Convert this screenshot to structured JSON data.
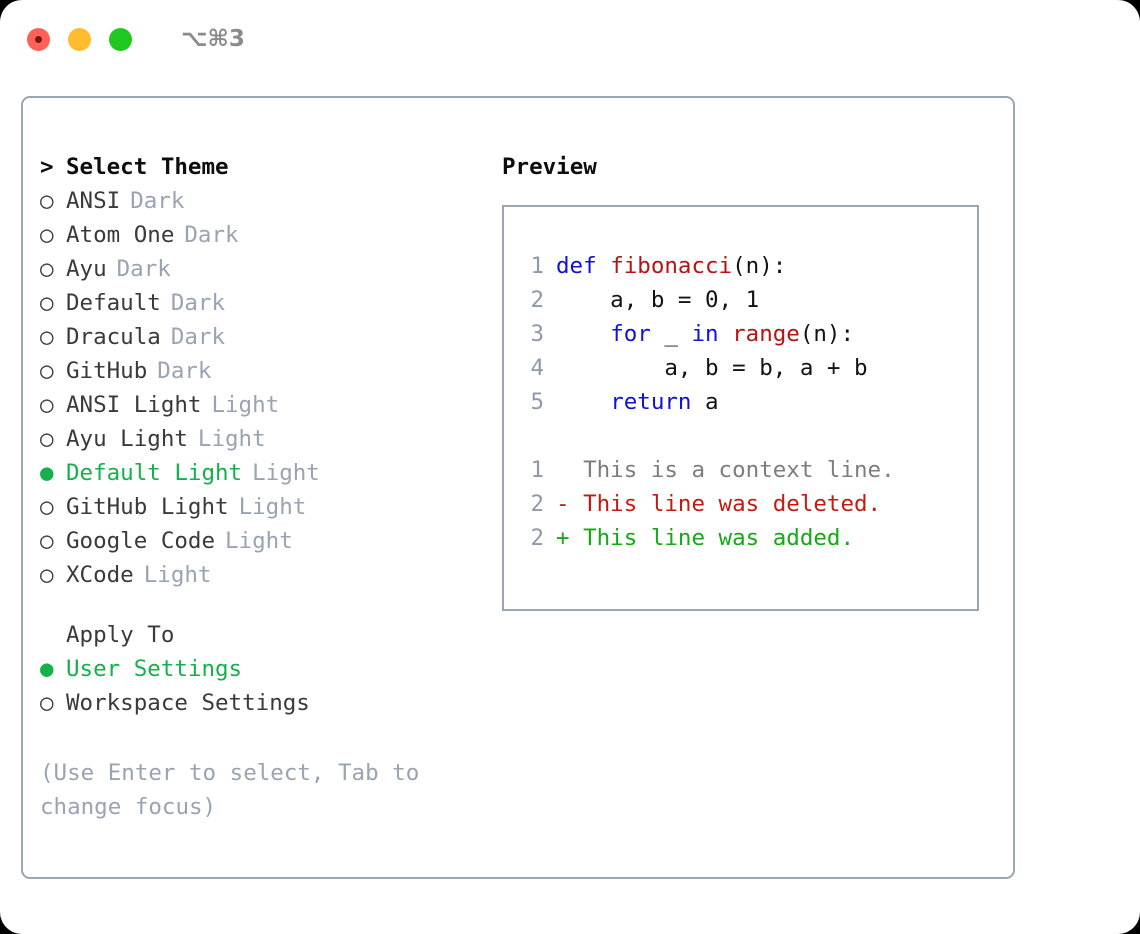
{
  "window": {
    "shortcut_label": "⌥⌘3",
    "traffic_lights": [
      "close-red",
      "minimize-yellow",
      "maximize-green"
    ]
  },
  "theme_picker": {
    "header_marker": ">",
    "header_label": "Select Theme",
    "items": [
      {
        "marker": "○",
        "label": "ANSI",
        "tag": "Dark",
        "selected": false
      },
      {
        "marker": "○",
        "label": "Atom One",
        "tag": "Dark",
        "selected": false
      },
      {
        "marker": "○",
        "label": "Ayu",
        "tag": "Dark",
        "selected": false
      },
      {
        "marker": "○",
        "label": "Default",
        "tag": "Dark",
        "selected": false
      },
      {
        "marker": "○",
        "label": "Dracula",
        "tag": "Dark",
        "selected": false
      },
      {
        "marker": "○",
        "label": "GitHub",
        "tag": "Dark",
        "selected": false
      },
      {
        "marker": "○",
        "label": "ANSI Light",
        "tag": "Light",
        "selected": false
      },
      {
        "marker": "○",
        "label": "Ayu Light",
        "tag": "Light",
        "selected": false
      },
      {
        "marker": "●",
        "label": "Default Light",
        "tag": "Light",
        "selected": true
      },
      {
        "marker": "○",
        "label": "GitHub Light",
        "tag": "Light",
        "selected": false
      },
      {
        "marker": "○",
        "label": "Google Code",
        "tag": "Light",
        "selected": false
      },
      {
        "marker": "○",
        "label": "XCode",
        "tag": "Light",
        "selected": false
      }
    ]
  },
  "apply_to": {
    "header_label": "Apply To",
    "items": [
      {
        "marker": "●",
        "label": "User Settings",
        "selected": true
      },
      {
        "marker": "○",
        "label": "Workspace Settings",
        "selected": false
      }
    ]
  },
  "hint_text": "(Use Enter to select, Tab to\nchange focus)",
  "preview": {
    "title": "Preview",
    "code_lines": [
      {
        "n": "1",
        "segments": [
          {
            "t": "def ",
            "c": "kw"
          },
          {
            "t": "fibonacci",
            "c": "fn"
          },
          {
            "t": "(n):",
            "c": "code"
          }
        ]
      },
      {
        "n": "2",
        "segments": [
          {
            "t": "    a, b = 0, 1",
            "c": "code"
          }
        ]
      },
      {
        "n": "3",
        "segments": [
          {
            "t": "    ",
            "c": "code"
          },
          {
            "t": "for",
            "c": "kw"
          },
          {
            "t": " _ ",
            "c": "code"
          },
          {
            "t": "in",
            "c": "kw"
          },
          {
            "t": " ",
            "c": "code"
          },
          {
            "t": "range",
            "c": "fn"
          },
          {
            "t": "(n):",
            "c": "code"
          }
        ]
      },
      {
        "n": "4",
        "segments": [
          {
            "t": "        a, b = b, a + b",
            "c": "code"
          }
        ]
      },
      {
        "n": "5",
        "segments": [
          {
            "t": "    ",
            "c": "code"
          },
          {
            "t": "return",
            "c": "kw"
          },
          {
            "t": " a",
            "c": "code"
          }
        ]
      }
    ],
    "diff_lines": [
      {
        "n": "1",
        "segments": [
          {
            "t": "  This is a context line.",
            "c": "ctx"
          }
        ]
      },
      {
        "n": "2",
        "segments": [
          {
            "t": "- This line was deleted.",
            "c": "del"
          }
        ]
      },
      {
        "n": "2",
        "segments": [
          {
            "t": "+ This line was added.",
            "c": "add"
          }
        ]
      }
    ]
  },
  "colors": {
    "accent_green": "#14b14a",
    "keyword_blue": "#1111d8",
    "function_red": "#b51414",
    "diff_added": "#16a816",
    "diff_deleted": "#c21b12",
    "muted_gray": "#9aa3b2",
    "border": "#9aa5b5"
  }
}
